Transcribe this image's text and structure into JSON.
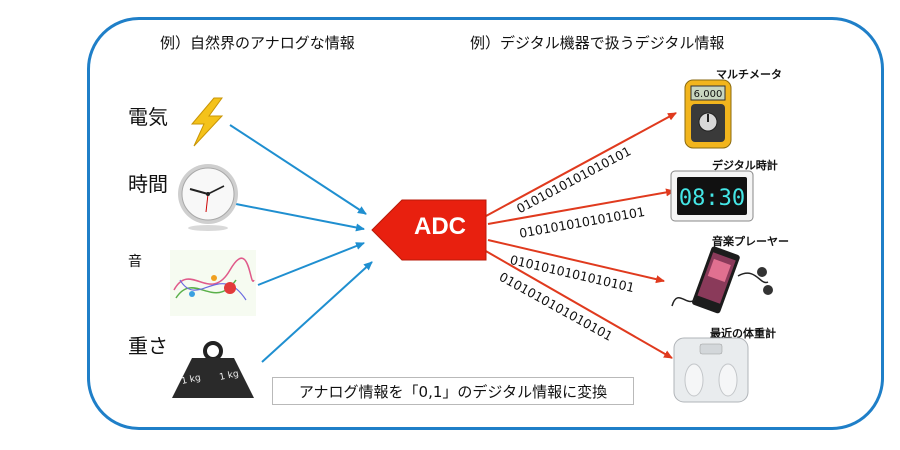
{
  "headers": {
    "analog": "例）自然界のアナログな情報",
    "digital": "例）デジタル機器で扱うデジタル情報"
  },
  "analog_items": [
    {
      "label": "電気",
      "icon": "lightning-icon"
    },
    {
      "label": "時間",
      "icon": "clock-icon"
    },
    {
      "label": "音",
      "icon": "sound-icon"
    },
    {
      "label": "重さ",
      "icon": "weight-icon"
    }
  ],
  "weight_text": "1 kg",
  "converter": {
    "label": "ADC"
  },
  "bitstring": "0101010101010101",
  "digital_devices": [
    {
      "label": "マルチメータ",
      "icon": "multimeter-icon",
      "reading": "6.000"
    },
    {
      "label": "デジタル時計",
      "icon": "digital-clock-icon",
      "reading": "08:30"
    },
    {
      "label": "音楽プレーヤー",
      "icon": "music-player-icon"
    },
    {
      "label": "最近の体重計",
      "icon": "scale-icon"
    }
  ],
  "caption": "アナログ情報を「0,1」のデジタル情報に変換",
  "colors": {
    "frame": "#1f7fc8",
    "input_arrow": "#1f8fd0",
    "output_arrow": "#e03a1e",
    "adc": "#e8200f"
  }
}
